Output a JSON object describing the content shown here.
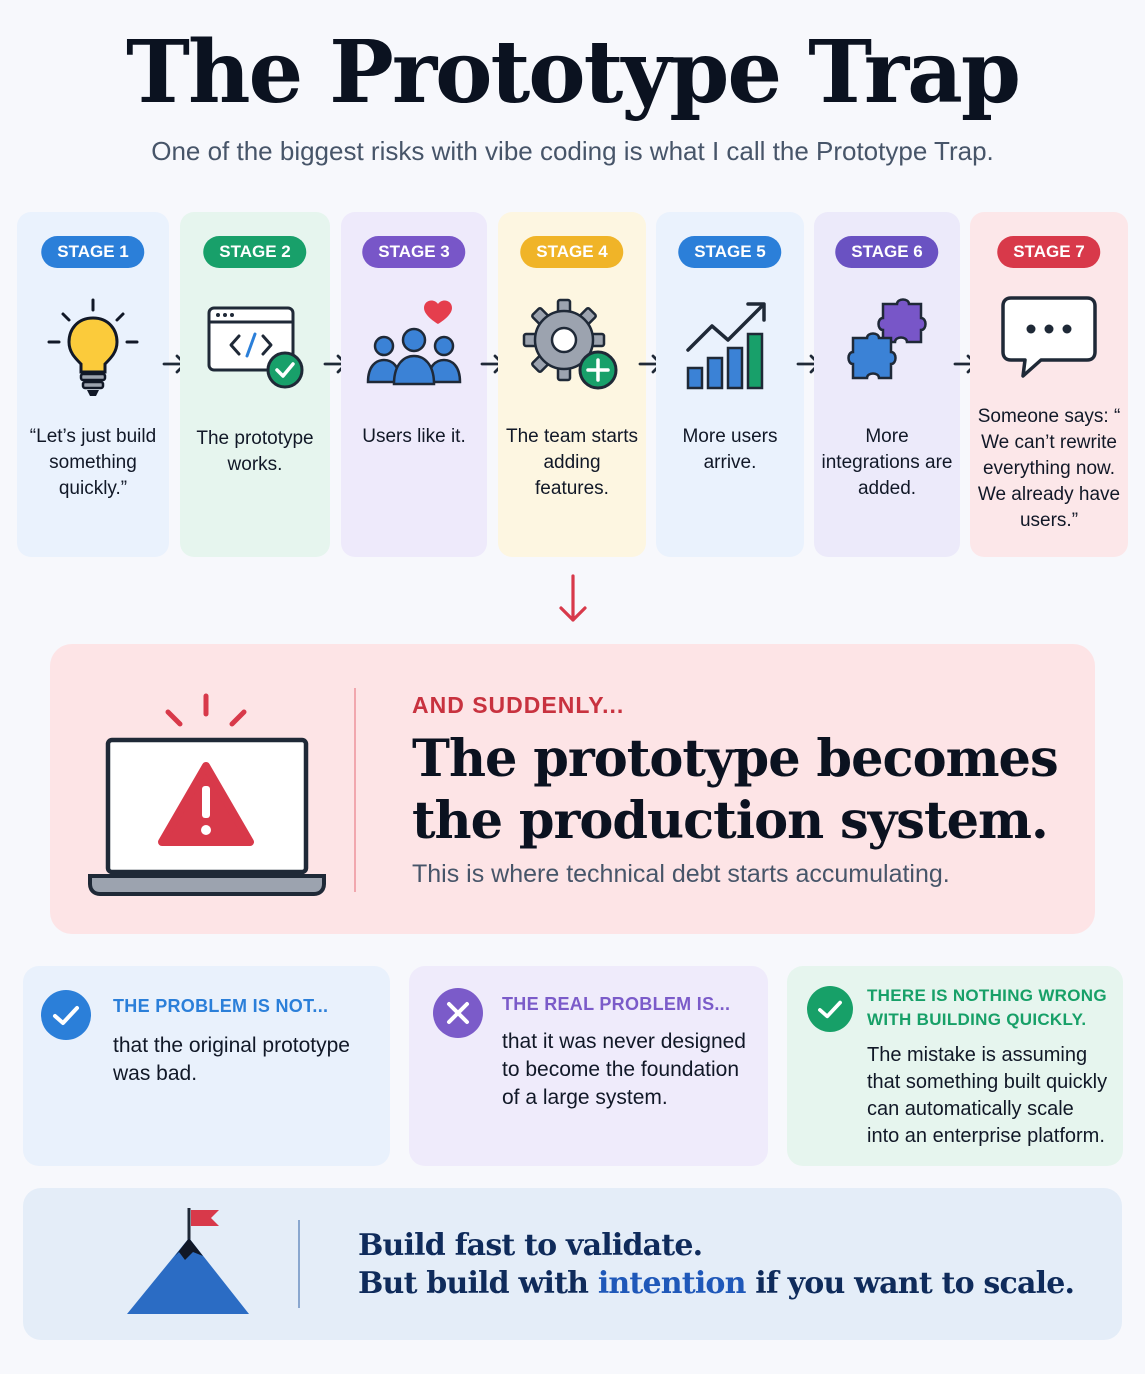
{
  "header": {
    "title": "The Prototype Trap",
    "subtitle": "One of the biggest risks with vibe coding is what I call the Prototype Trap."
  },
  "stages": [
    {
      "badge": "STAGE 1",
      "text": "“Let’s just build something quickly.”",
      "icon": "lightbulb-icon",
      "color": "#2b7fd9",
      "bg": "#eaf2fd"
    },
    {
      "badge": "STAGE 2",
      "text": "The prototype works.",
      "icon": "code-window-check-icon",
      "color": "#18a06a",
      "bg": "#e6f5ee"
    },
    {
      "badge": "STAGE 3",
      "text": "Users like it.",
      "icon": "users-heart-icon",
      "color": "#7856c8",
      "bg": "#eeeafb"
    },
    {
      "badge": "STAGE 4",
      "text": "The team starts adding features.",
      "icon": "gear-plus-icon",
      "color": "#f0b428",
      "bg": "#fdf6e1"
    },
    {
      "badge": "STAGE 5",
      "text": "More users arrive.",
      "icon": "growth-chart-icon",
      "color": "#2b7fd9",
      "bg": "#eaf2fd"
    },
    {
      "badge": "STAGE 6",
      "text": "More integrations are added.",
      "icon": "puzzle-icon",
      "color": "#6a52c2",
      "bg": "#eceafa"
    },
    {
      "badge": "STAGE 7",
      "text": "Someone says: “ We can’t rewrite everything now. We already have users.”",
      "icon": "chat-bubble-icon",
      "color": "#d8394a",
      "bg": "#fce7e9"
    }
  ],
  "sudden": {
    "label": "AND SUDDENLY...",
    "headline_line1": "The prototype becomes",
    "headline_line2": "the production system.",
    "sub": "This is where technical debt starts accumulating."
  },
  "cards": [
    {
      "label": "THE PROBLEM IS NOT...",
      "text": "that the original prototype was bad.",
      "icon": "check-circle-icon",
      "color": "#2b7fd9",
      "bg": "#e9f1fc"
    },
    {
      "label": "THE REAL PROBLEM IS...",
      "text": "that it was never designed to become the foundation of a large system.",
      "icon": "x-circle-icon",
      "color": "#7b5bc9",
      "bg": "#efebfb"
    },
    {
      "label": "THERE IS NOTHING WRONG WITH BUILDING QUICKLY.",
      "text": "The mistake is assuming that something built quickly can automatically scale into an enterprise platform.",
      "icon": "check-circle-icon",
      "color": "#17a068",
      "bg": "#e6f5ee"
    }
  ],
  "bottom": {
    "line1": "Build fast to validate.",
    "line2_before": "But build with ",
    "line2_accent": "intention",
    "line2_after": " if you want to scale."
  }
}
